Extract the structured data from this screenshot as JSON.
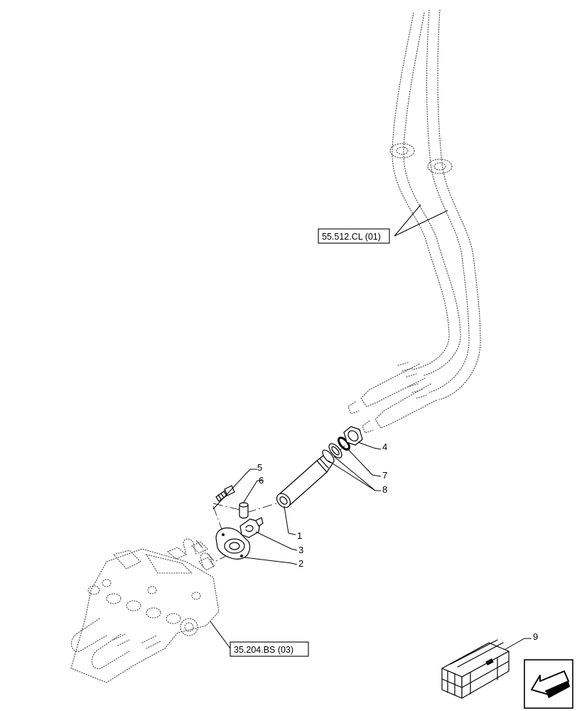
{
  "references": {
    "hoses": "55.512.CL (01)",
    "valve": "35.204.BS (03)"
  },
  "callouts": {
    "c1": "1",
    "c2": "2",
    "c3": "3",
    "c4": "4",
    "c5": "5",
    "c6": "6",
    "c7": "7",
    "c8": "8",
    "c9": "9"
  },
  "icons": {
    "kit": "parts-kit-crate-icon",
    "nav": "previous-page-arrow-icon"
  }
}
